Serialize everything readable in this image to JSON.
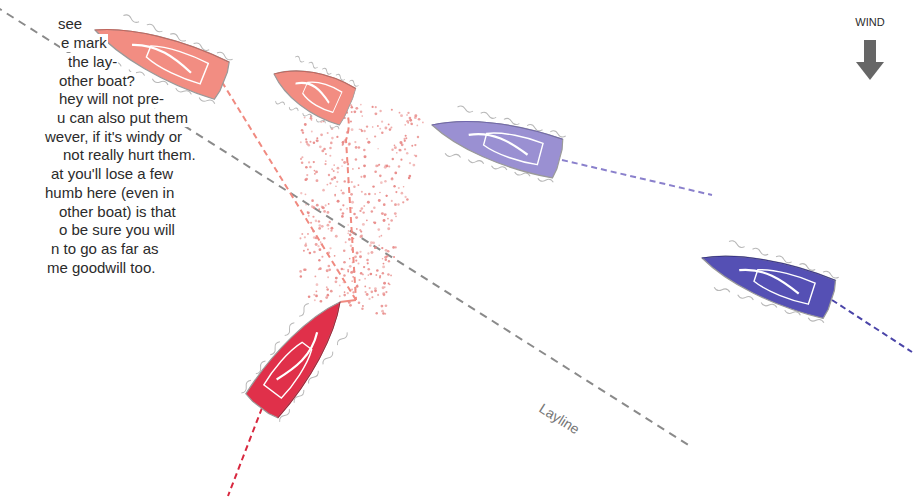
{
  "diagram": {
    "labels": [
      "see",
      "e mark",
      "the lay-",
      "other boat?",
      "hey will not pre-",
      "u can also put them",
      "wever, if it's windy or",
      "not really hurt them.",
      "at you'll lose a few",
      "humb here (even in",
      "other boat) is that",
      "o be sure you will",
      "n to go as far as",
      "me goodwill too.",
      "WIND",
      "Layline"
    ]
  }
}
